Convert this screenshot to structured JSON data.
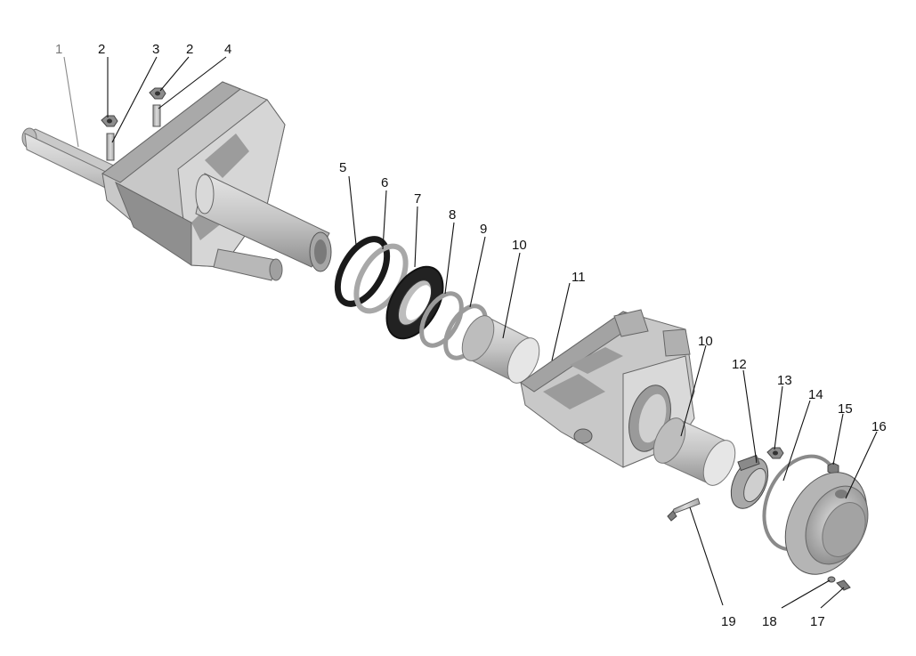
{
  "callouts": [
    "1",
    "2",
    "3",
    "2",
    "4",
    "5",
    "6",
    "7",
    "8",
    "9",
    "10",
    "11",
    "10",
    "12",
    "13",
    "14",
    "15",
    "16",
    "19",
    "18",
    "17"
  ],
  "colors": {
    "part_light": "#d9d9d9",
    "part_mid": "#b3b3b3",
    "part_dark": "#8c8c8c",
    "seal_black": "#1a1a1a",
    "outline": "#555555"
  }
}
